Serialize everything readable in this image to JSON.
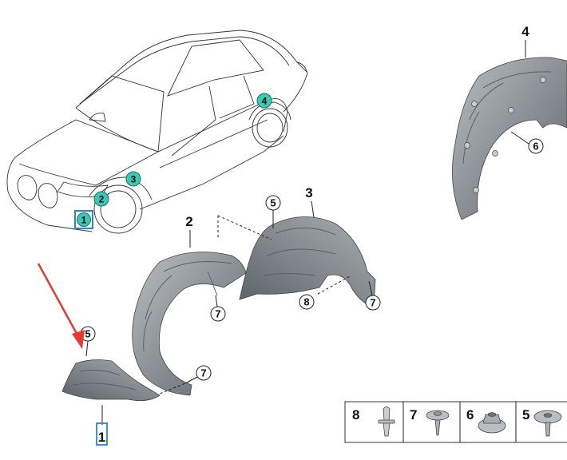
{
  "diagram": {
    "part_labels": {
      "p1": "1",
      "p2": "2",
      "p3": "3",
      "p4": "4"
    },
    "callouts": {
      "c5a": "5",
      "c5b": "5",
      "c6": "6",
      "c7a": "7",
      "c7b": "7",
      "c7c": "7",
      "c8": "8"
    },
    "car_location_markers": [
      "1",
      "2",
      "3",
      "4"
    ],
    "fastener_table": [
      "8",
      "7",
      "6",
      "5"
    ],
    "colors": {
      "marker_fill": "#3cc8b4",
      "highlight_box": "#2f7fe0",
      "arrow": "#e53935",
      "part_fill": "#8e9499"
    }
  }
}
